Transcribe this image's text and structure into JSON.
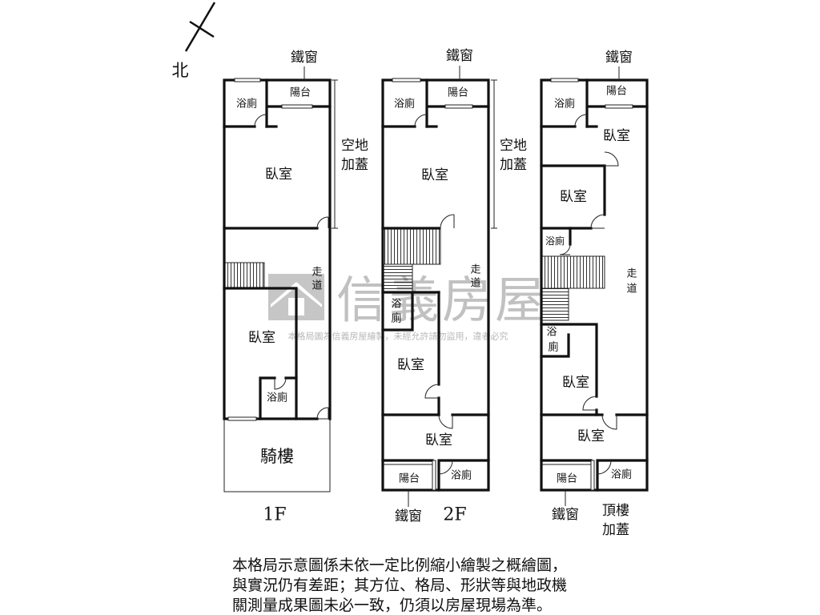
{
  "compass": {
    "north": "北"
  },
  "watermark": {
    "brand": "信義房屋",
    "notice": "本格局圖為信義房屋繪製，未經允許請勿盜用，違者必究"
  },
  "floor_1f": {
    "name": "1F",
    "iron_window": "鐵窗",
    "bathroom_top": "浴廁",
    "balcony": "陽台",
    "bedroom_front": "臥室",
    "extension": [
      "空地",
      "加蓋"
    ],
    "corridor": [
      "走",
      "道"
    ],
    "bedroom_rear": "臥室",
    "bathroom_rear": "浴廁",
    "arcade": "騎樓"
  },
  "floor_2f": {
    "name": "2F",
    "iron_window_top": "鐵窗",
    "bathroom_top": "浴廁",
    "balcony_top": "陽台",
    "bedroom_front": "臥室",
    "extension": [
      "空地",
      "加蓋"
    ],
    "corridor": [
      "走",
      "道"
    ],
    "bathroom_middle": [
      "浴",
      "廁"
    ],
    "bedroom_middle": "臥室",
    "bedroom_rear": "臥室",
    "balcony_rear": "陽台",
    "bathroom_rear": "浴廁",
    "iron_window_bottom": "鐵窗"
  },
  "floor_roof": {
    "name": [
      "頂樓",
      "加蓋"
    ],
    "iron_window_top": "鐵窗",
    "bathroom_top": "浴廁",
    "balcony_top": "陽台",
    "bedroom_1": "臥室",
    "bedroom_2": "臥室",
    "bathroom_2": "浴廁",
    "corridor": [
      "走",
      "道"
    ],
    "bathroom_3": [
      "浴",
      "廁"
    ],
    "bedroom_3": "臥室",
    "bedroom_4": "臥室",
    "balcony_rear": "陽台",
    "bathroom_rear": "浴廁",
    "iron_window_bottom": "鐵窗"
  },
  "disclaimer": [
    "本格局示意圖係未依一定比例縮小繪製之概繪圖，",
    "與實況仍有差距；其方位、格局、形狀等與地政機",
    "關測量成果圖未必一致，仍須以房屋現場為準。"
  ]
}
